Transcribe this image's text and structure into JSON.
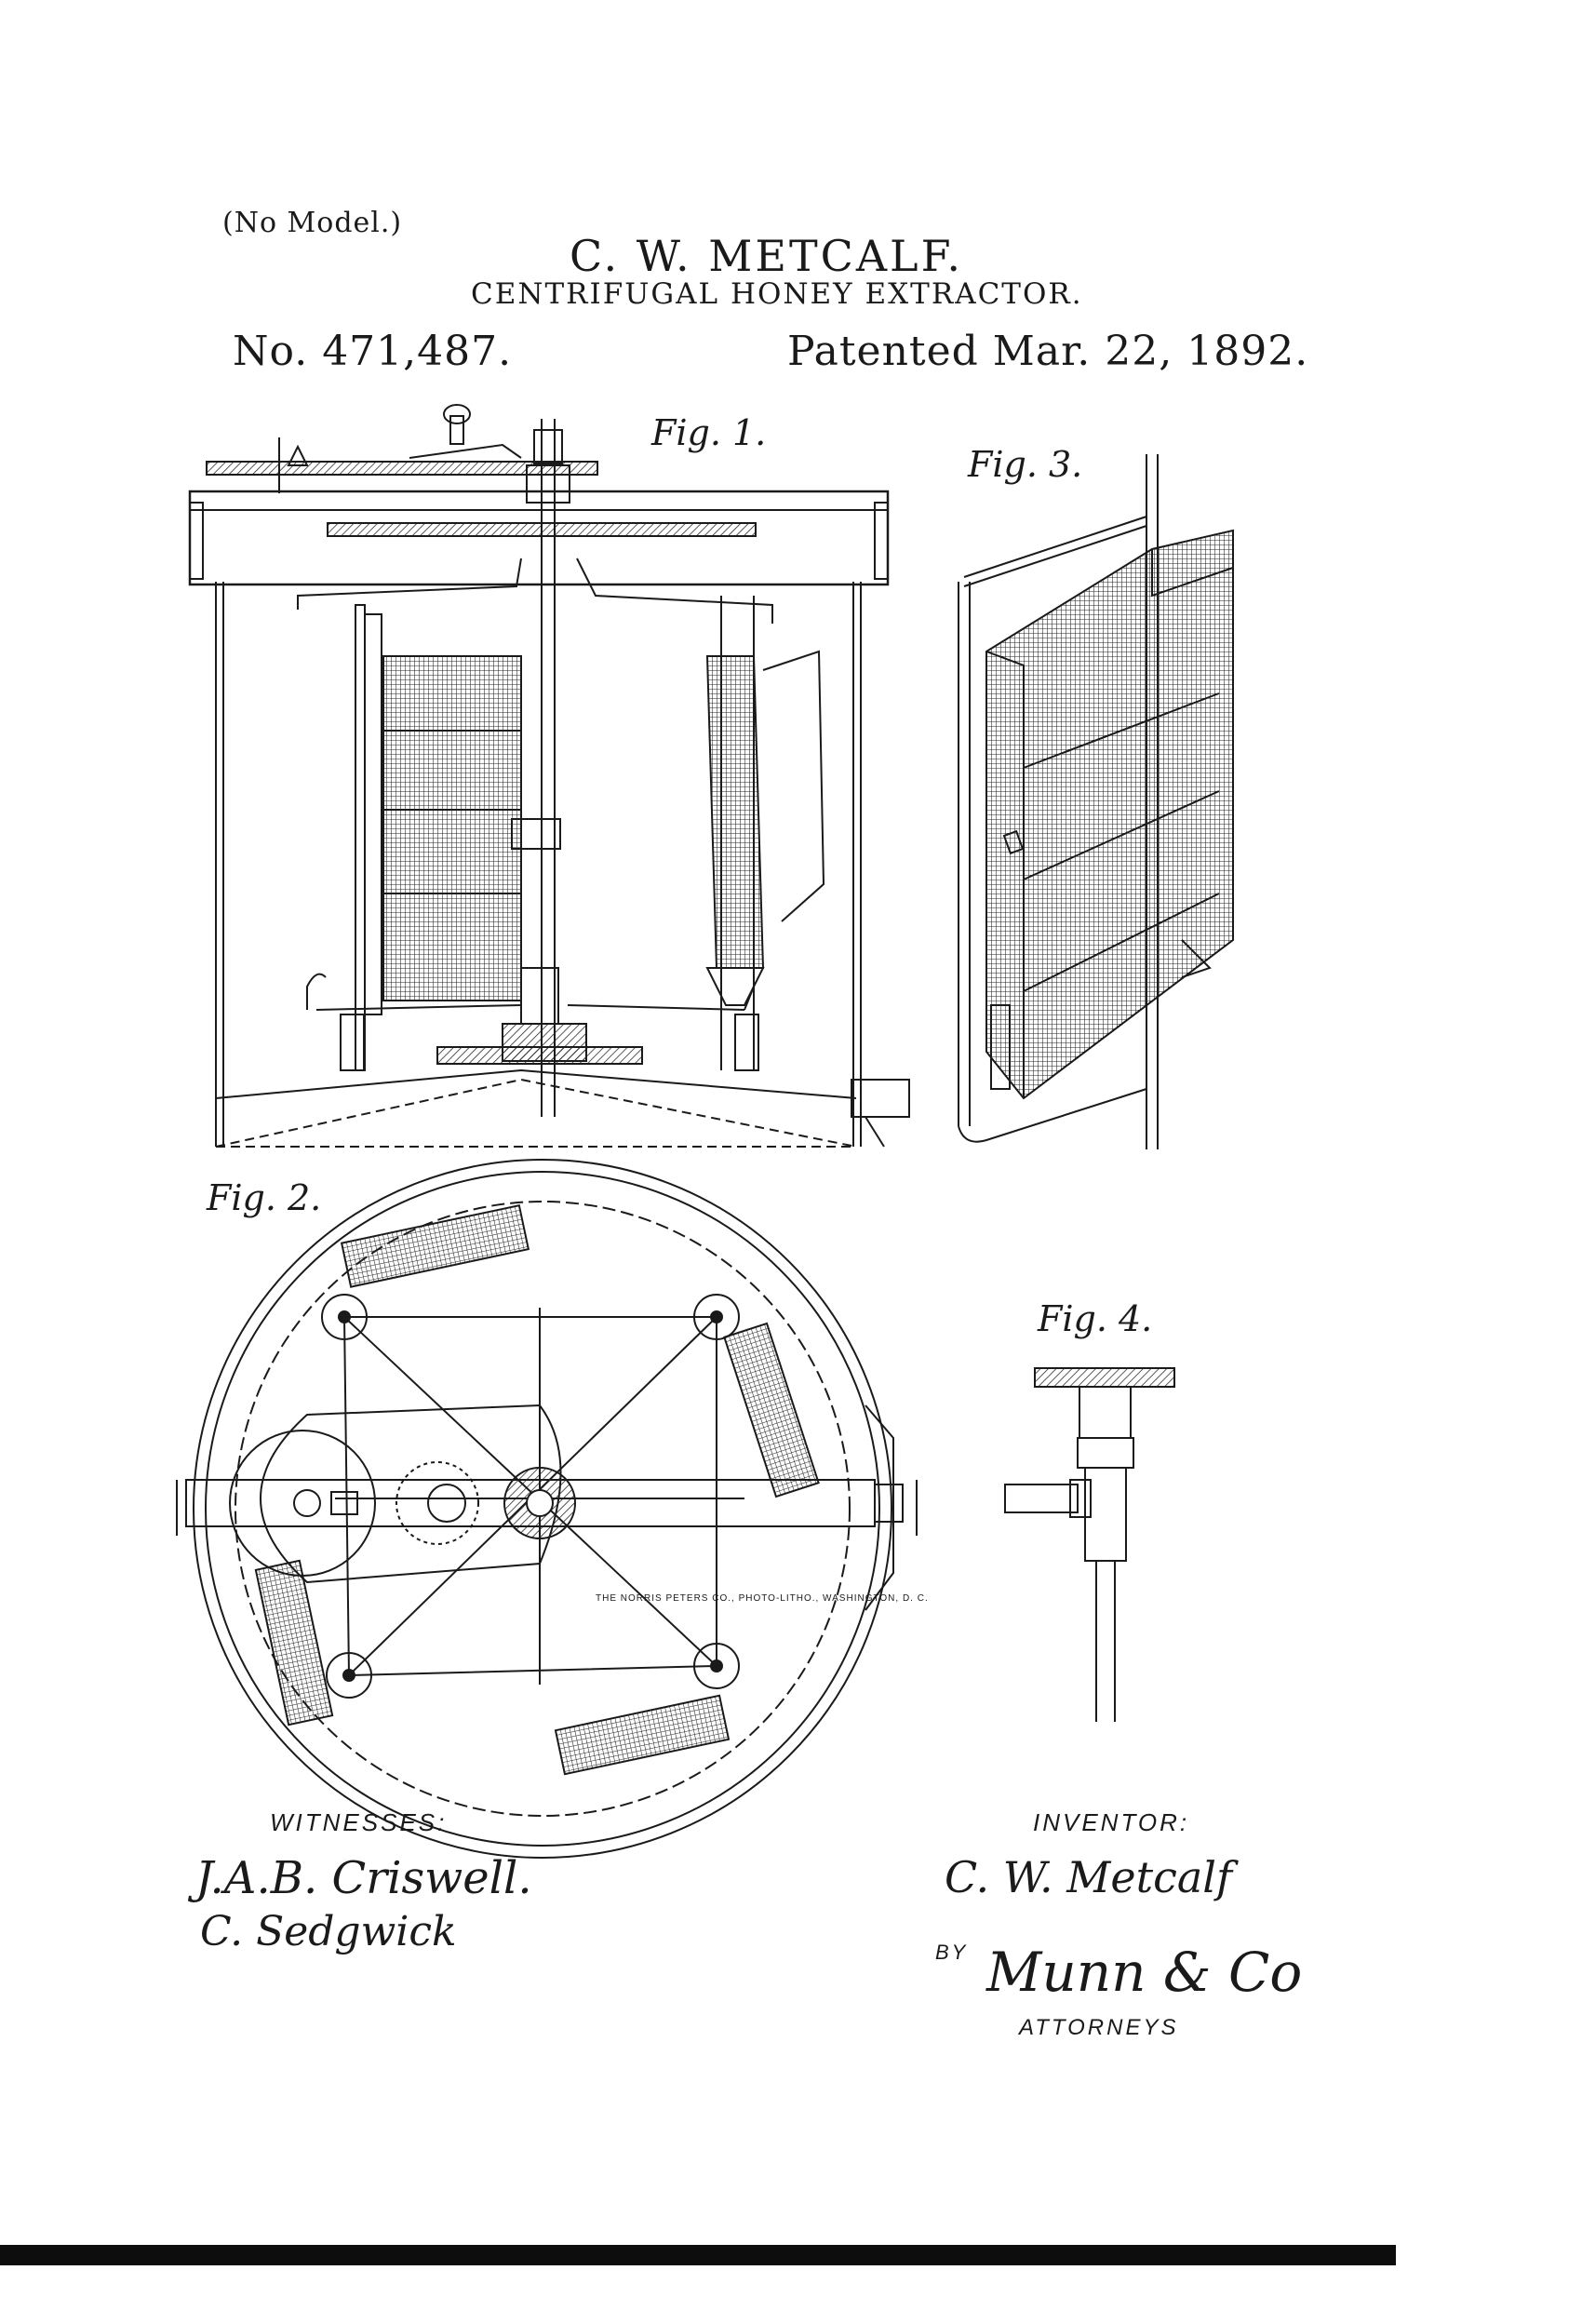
{
  "header": {
    "no_model": "(No Model.)",
    "inventor": "C. W. METCALF.",
    "title": "CENTRIFUGAL HONEY EXTRACTOR.",
    "patent_number": "No. 471,487.",
    "patent_date": "Patented Mar. 22, 1892."
  },
  "figures": {
    "fig1": "Fig. 1.",
    "fig2": "Fig. 2.",
    "fig3": "Fig. 3.",
    "fig4": "Fig. 4."
  },
  "signatures": {
    "witnesses_label": "WITNESSES:",
    "witness_1": "J.A.B. Criswell.",
    "witness_2": "C. Sedgwick",
    "inventor_label": "INVENTOR:",
    "inventor_signature": "C. W. Metcalf",
    "by_label": "BY",
    "attorney_signature": "Munn & Co",
    "attorneys_label": "ATTORNEYS"
  },
  "printer_credit": "THE NORRIS PETERS CO., PHOTO-LITHO., WASHINGTON, D. C."
}
